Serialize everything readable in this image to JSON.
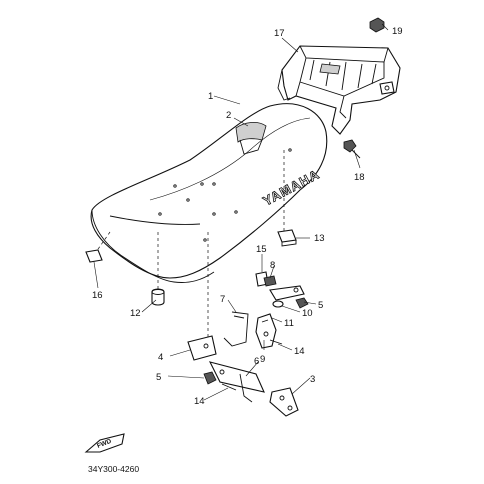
{
  "diagram": {
    "part_code": "34Y300-4260",
    "brand_text": "YAMAHA",
    "fwd_label": "FWD",
    "callouts": {
      "c1": "1",
      "c2": "2",
      "c3": "3",
      "c4": "4",
      "c5a": "5",
      "c5b": "5",
      "c6": "6",
      "c7": "7",
      "c8": "8",
      "c9": "9",
      "c10": "10",
      "c11": "11",
      "c12": "12",
      "c13": "13",
      "c14a": "14",
      "c14b": "14",
      "c15": "15",
      "c16": "16",
      "c17": "17",
      "c18": "18",
      "c19": "19"
    }
  }
}
